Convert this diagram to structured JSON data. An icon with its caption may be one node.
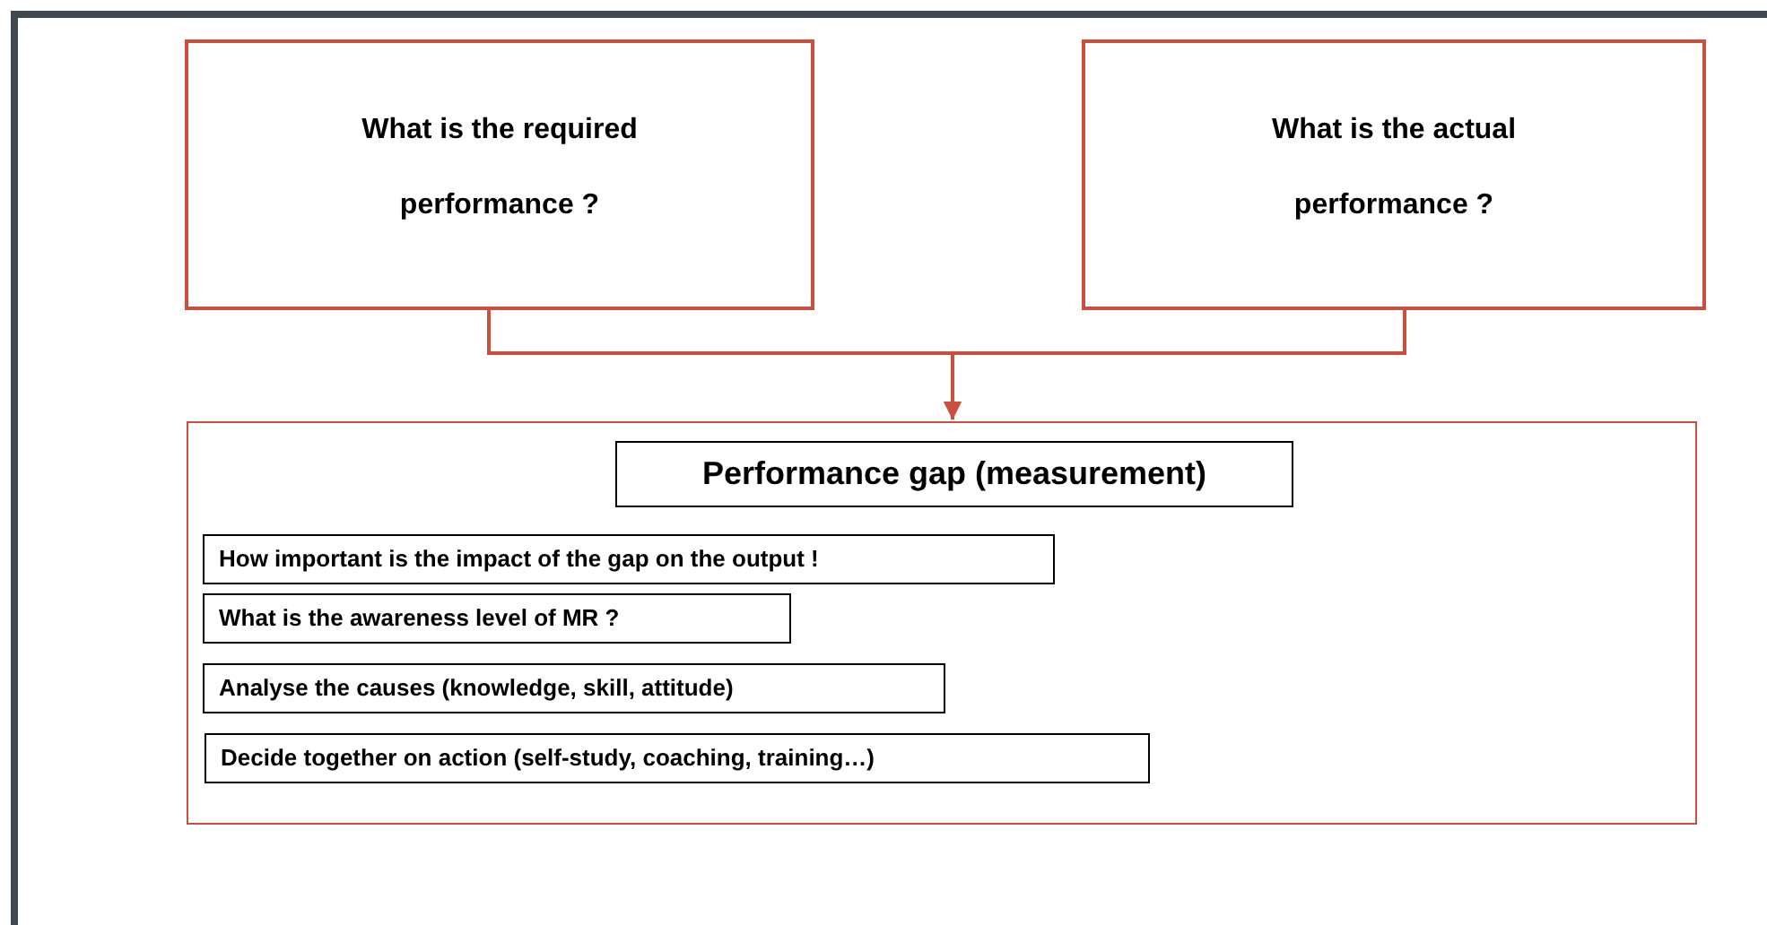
{
  "diagram": {
    "nodes": [
      {
        "text": [
          "What is the required performance ?"
        ]
      },
      {
        "text": [
          "What is the actual performance ?"
        ]
      },
      {
        "text": [],
        "shape": "box"
      },
      {
        "text": [
          "Performance gap (measurement)"
        ],
        "in": 2
      },
      {
        "text": [
          "How important is the impact of the gap on the output !"
        ],
        "in": 2
      },
      {
        "text": [
          "What is the awareness level of MR ?"
        ],
        "in": 2
      },
      {
        "text": [
          "Analyse the causes (knowledge, skill, attitude)"
        ],
        "in": 2
      },
      {
        "text": [
          "Decide together on action (self-study, coaching, training…)"
        ],
        "in": 2
      }
    ],
    "edges": [
      {
        "from": 0,
        "to": 2,
        "arrow": "to"
      },
      {
        "from": 1,
        "to": 2,
        "arrow": "to"
      }
    ]
  }
}
